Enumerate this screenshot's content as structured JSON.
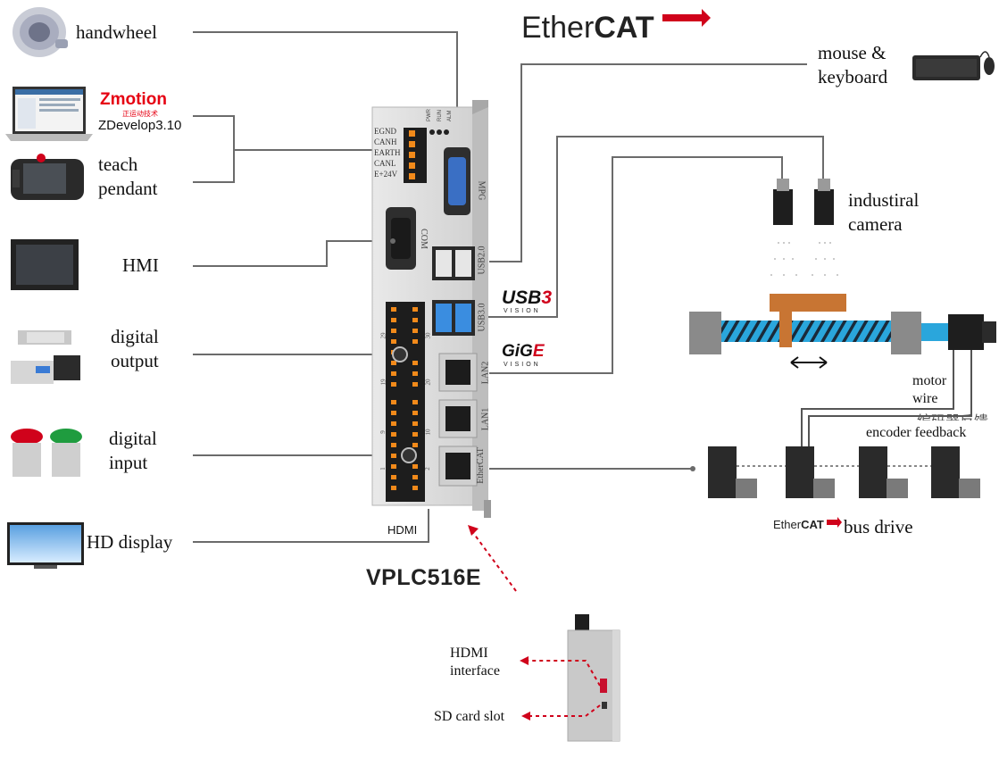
{
  "brand": {
    "ethercat_main": "Ether",
    "ethercat_bold": "CAT",
    "zmotion": "Zmotion",
    "zmotion_sub": "正运动技术",
    "zdevelop": "ZDevelop3.10",
    "usb": "USB",
    "usb_num": "3",
    "usb_sub": "VISION",
    "gige": "GiG",
    "gige_e": "E",
    "gige_sub": "VISION",
    "ecat_small_main": "Ether",
    "ecat_small_bold": "CAT"
  },
  "labels": {
    "handwheel": "handwheel",
    "teach1": "teach",
    "teach2": "pendant",
    "hmi": "HMI",
    "dout1": "digital",
    "dout2": "output",
    "din1": "digital",
    "din2": "input",
    "hd": "HD display",
    "hdmi_tag": "HDMI",
    "mouse1": "mouse &",
    "mouse2": "keyboard",
    "cam1": "industiral",
    "cam2": "camera",
    "motor1": "motor",
    "motor2": "wire",
    "encoder_cn": "编码器反馈",
    "encoder": "encoder feedback",
    "bus_drive": "bus drive",
    "title": "VPLC516E",
    "hdmi_if1": "HDMI",
    "hdmi_if2": "interface",
    "sd": "SD card slot"
  },
  "device_ports": {
    "top_block": [
      "EGND",
      "CANH",
      "EARTH",
      "CANL",
      "E+24V"
    ],
    "leds": [
      "PWR",
      "RUN",
      "ALM"
    ],
    "mpg": "MPG",
    "com": "COM",
    "usb2": "USB2.0",
    "usb3": "USB3.0",
    "lan2": "LAN2",
    "lan1": "LAN1",
    "ethercat": "EtherCAT",
    "pin_numbers": [
      "29",
      "19",
      "30",
      "20",
      "9",
      "1",
      "10",
      "2"
    ]
  },
  "colors": {
    "line": "#6b6b6b",
    "belt": "#2aa6dc",
    "slider": "#c87533",
    "red": "#d0021b"
  }
}
